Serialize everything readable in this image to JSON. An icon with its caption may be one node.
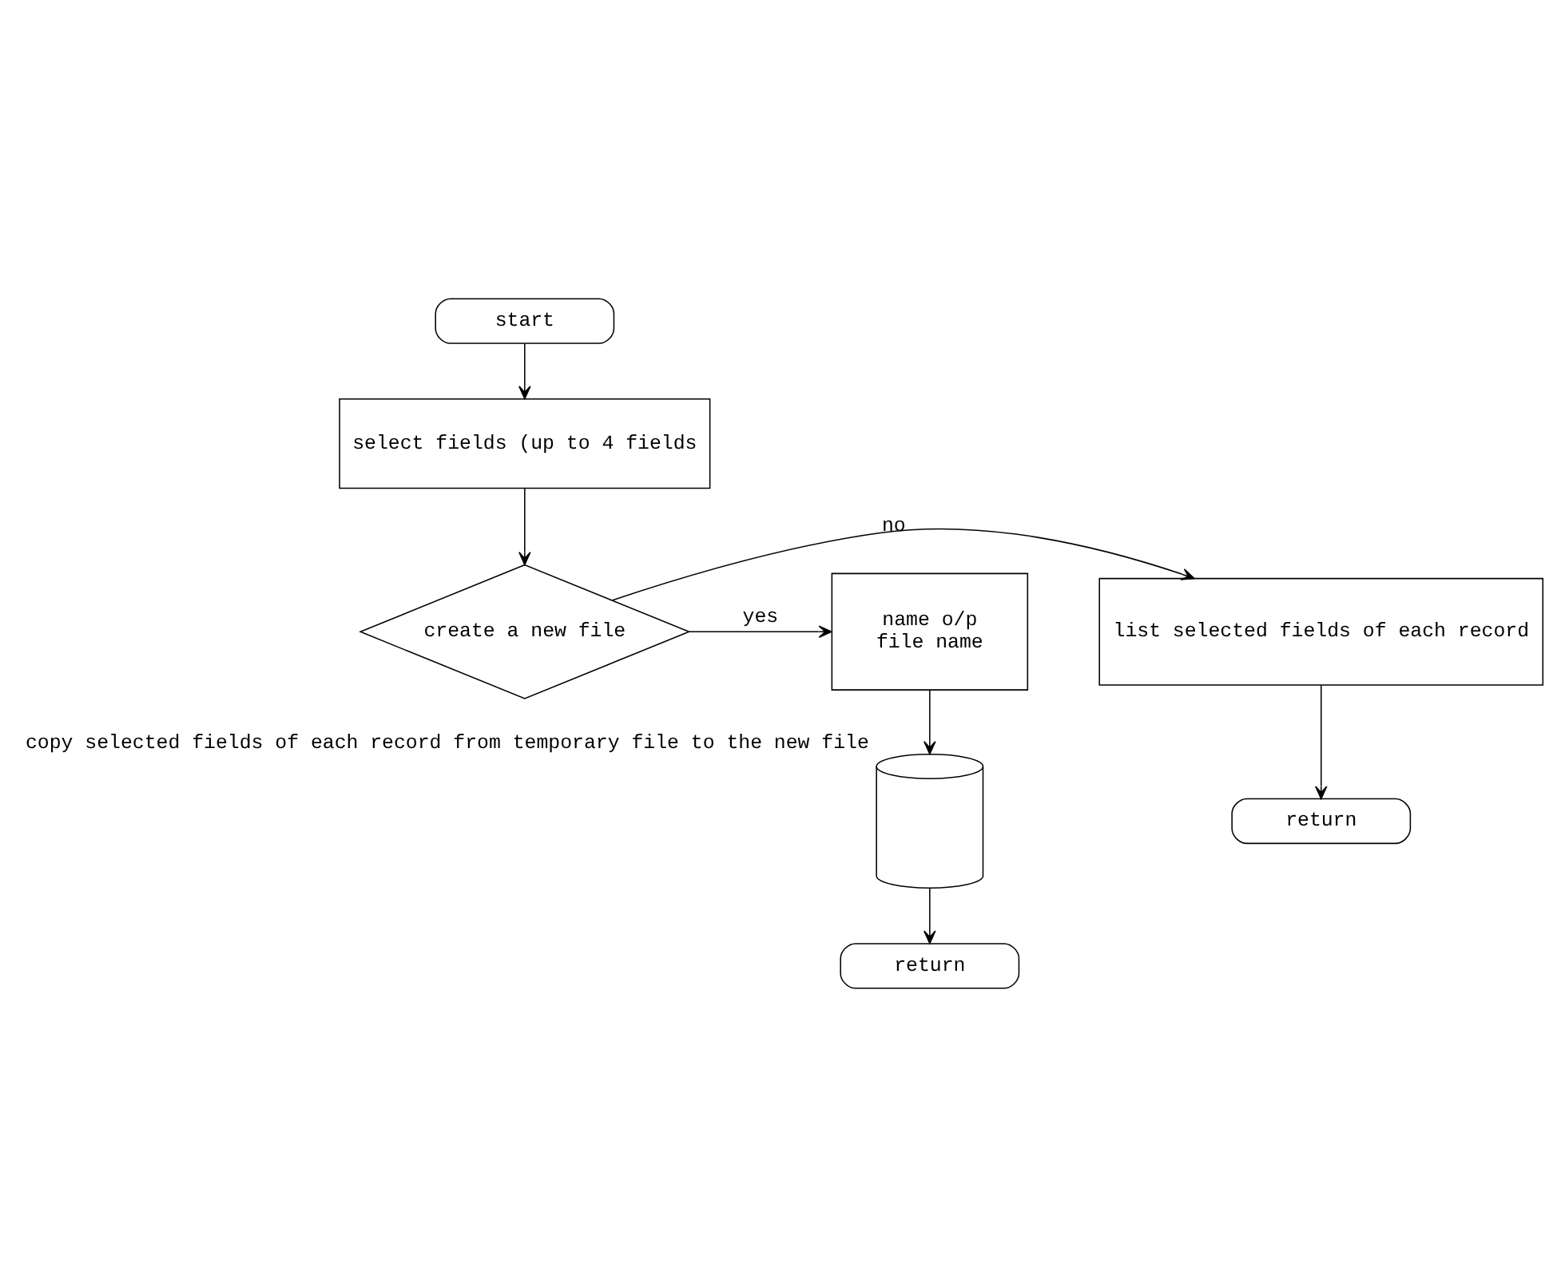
{
  "diagram": {
    "nodes": [
      {
        "text": [
          "start"
        ]
      },
      {
        "text": [
          "select fields (up to 4 fields"
        ]
      },
      {
        "text": [
          "create a new file"
        ]
      },
      {
        "text": [
          "list selected fields of each record"
        ]
      },
      {
        "text": [
          "return"
        ]
      },
      {
        "text": [
          "name o/p",
          "file name"
        ]
      },
      {
        "text": [],
        "shape": "cylinder",
        "beside": [
          "copy selected fields of each record from temporary file to the new file"
        ]
      },
      {
        "text": [
          "return"
        ]
      }
    ],
    "edges": [
      {
        "from": 0,
        "to": 1,
        "arrow": "to"
      },
      {
        "from": 1,
        "to": 2,
        "arrow": "to"
      },
      {
        "from": 2,
        "to": 3,
        "arrow": "to",
        "label": "no"
      },
      {
        "from": 3,
        "to": 4,
        "arrow": "to"
      },
      {
        "from": 2,
        "to": 5,
        "arrow": "to",
        "label": "yes"
      },
      {
        "from": 5,
        "to": 6,
        "arrow": "to"
      },
      {
        "from": 6,
        "to": 7,
        "arrow": "to"
      }
    ]
  }
}
